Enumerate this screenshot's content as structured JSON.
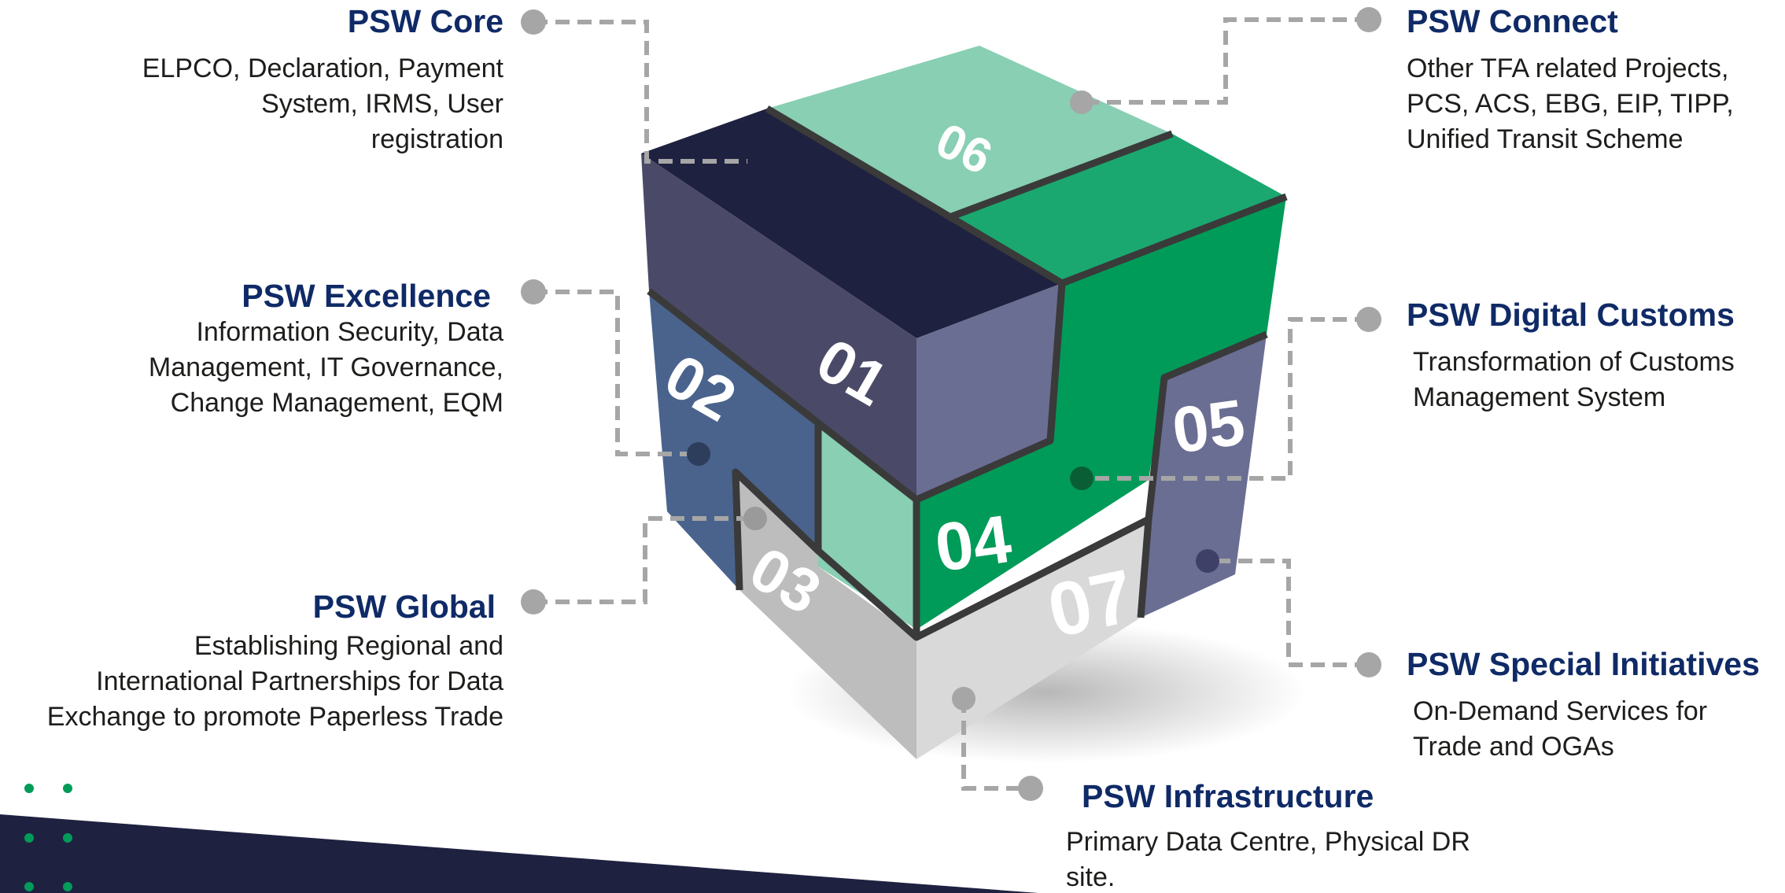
{
  "colors": {
    "title": "#0f2a66",
    "text": "#1d1d1b",
    "navy": "#1f2140",
    "slate": "#6b6e93",
    "steel": "#49638d",
    "mint": "#88cfb3",
    "green": "#009b58",
    "lightgray": "#d9d9d9",
    "midgray": "#bdbdbd",
    "dot": "#a6a6a6",
    "accent_dots": "#009b58"
  },
  "cube_numbers": [
    "01",
    "02",
    "03",
    "04",
    "05",
    "06",
    "07"
  ],
  "labels": {
    "core": {
      "title": "PSW Core",
      "desc": [
        "ELPCO, Declaration, Payment",
        "System, IRMS, User",
        "registration"
      ]
    },
    "excellence": {
      "title": "PSW Excellence",
      "desc": [
        "Information Security, Data",
        "Management, IT Governance,",
        "Change Management, EQM"
      ]
    },
    "global": {
      "title": "PSW Global",
      "desc": [
        "Establishing Regional and",
        "International Partnerships for Data",
        "Exchange to promote Paperless Trade"
      ]
    },
    "connect": {
      "title": "PSW Connect",
      "desc": [
        "Other TFA related Projects,",
        "PCS, ACS, EBG, EIP, TIPP,",
        "Unified Transit Scheme"
      ]
    },
    "digital_customs": {
      "title": "PSW Digital Customs",
      "desc": [
        "Transformation of Customs",
        "Management System"
      ]
    },
    "special_initiatives": {
      "title": "PSW Special Initiatives",
      "desc": [
        "On-Demand Services for",
        "Trade and OGAs"
      ]
    },
    "infrastructure": {
      "title": "PSW Infrastructure",
      "desc": [
        "Primary Data Centre, Physical DR",
        "site."
      ]
    }
  }
}
